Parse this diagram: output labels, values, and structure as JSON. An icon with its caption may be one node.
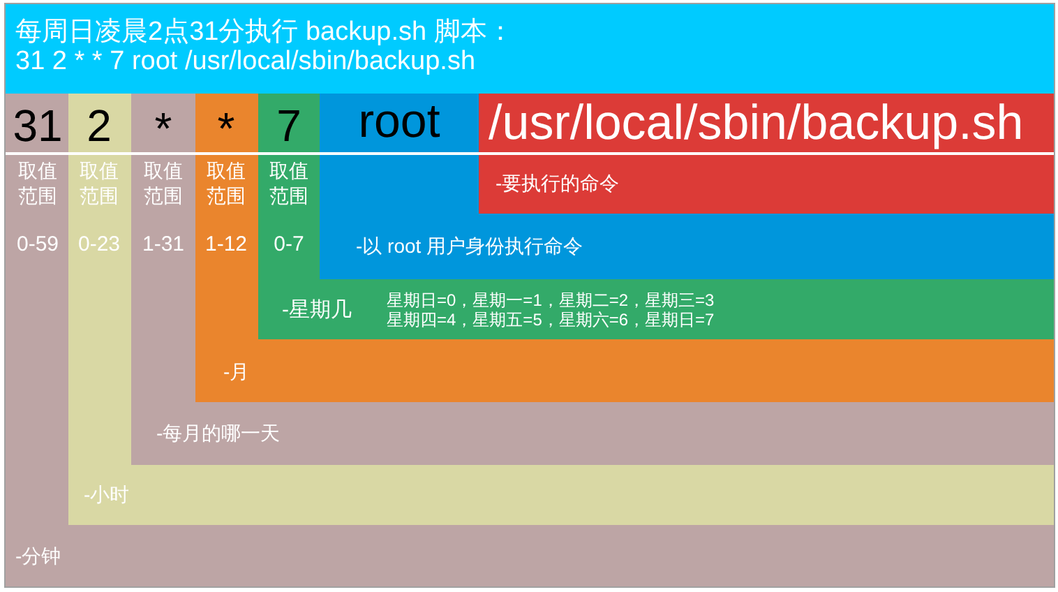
{
  "diagram": {
    "nodes": [
      {
        "text": [
          "每周日凌晨2点31分执行 backup.sh 脚本：",
          "31 2 * * 7 root /usr/local/sbin/backup.sh"
        ]
      },
      {
        "text": [
          "31",
          "取值范围",
          "0-59",
          "-分钟"
        ]
      },
      {
        "text": [
          "2",
          "取值范围",
          "0-23",
          "-小时"
        ],
        "in": 1
      },
      {
        "text": [
          "*",
          "取值范围",
          "1-31",
          "-每月的哪一天"
        ],
        "in": 2
      },
      {
        "text": [
          "*",
          "取值范围",
          "1-12",
          "-月"
        ],
        "in": 3
      },
      {
        "text": [
          "7",
          "取值范围",
          "0-7",
          "-星期几",
          "星期日=0，星期一=1，星期二=2，星期三=3",
          "星期四=4，星期五=5，星期六=6，星期日=7"
        ],
        "in": 4
      },
      {
        "text": [
          "root",
          "-以 root 用户身份执行命令"
        ],
        "in": 5
      },
      {
        "text": [
          "/usr/local/sbin/backup.sh",
          "-要执行的命令"
        ],
        "in": 6
      }
    ]
  }
}
